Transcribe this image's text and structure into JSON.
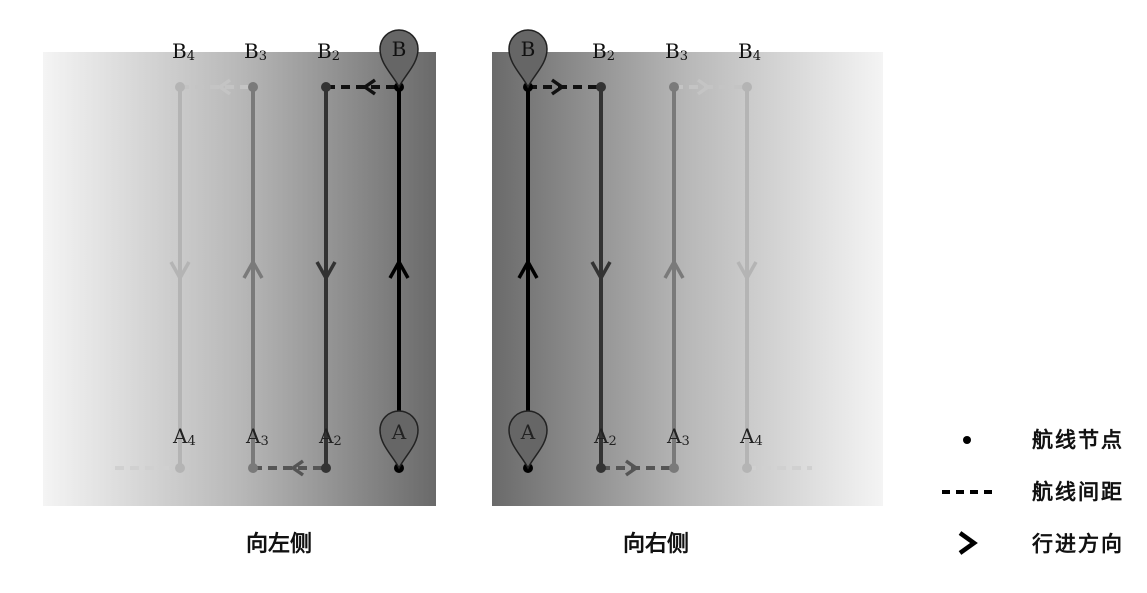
{
  "panels": {
    "left": {
      "caption": "向左侧",
      "top_labels": [
        "B4",
        "B3",
        "B2",
        "B"
      ],
      "bottom_labels": [
        "A4",
        "A3",
        "A2",
        "A"
      ]
    },
    "right": {
      "caption": "向右侧",
      "top_labels": [
        "B",
        "B2",
        "B3",
        "B4"
      ],
      "bottom_labels": [
        "A",
        "A2",
        "A3",
        "A4"
      ]
    }
  },
  "legend": {
    "items": [
      {
        "icon": "dot-icon",
        "label": "航线节点"
      },
      {
        "icon": "dashed-line-icon",
        "label": "航线间距"
      },
      {
        "icon": "chevron-right-icon",
        "label": "行进方向"
      }
    ]
  },
  "colors": {
    "line_primary": "#000000",
    "line_2": "#333333",
    "line_3": "#7a7a7a",
    "line_4": "#b4b4b4",
    "marker_fill": "#666666"
  }
}
